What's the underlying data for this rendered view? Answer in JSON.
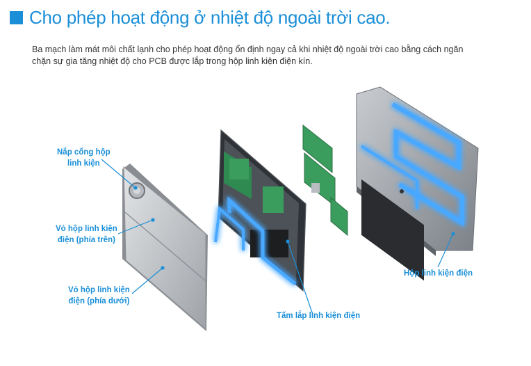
{
  "heading": "Cho phép hoạt động ở nhiệt độ ngoài trời cao.",
  "description": "Ba mạch làm mát môi chất lạnh cho phép hoạt động ổn định ngay cả khi nhiệt độ ngoài trời cao bằng cách ngăn chặn sự gia tăng nhiệt độ cho PCB được lắp trong hộp linh kiện điện kín.",
  "labels": {
    "cap": [
      "Nắp cổng hộp",
      "linh kiện"
    ],
    "upper": [
      "Vỏ hộp linh kiện",
      "điện (phía trên)"
    ],
    "lower": [
      "Vỏ hộp linh kiện",
      "điện (phía dưới)"
    ],
    "plate": "Tấm lắp linh kiện điện",
    "box": "Hộp linh kiện điện"
  },
  "colors": {
    "accent": "#1a8fd8",
    "glow": "#4aa8ff"
  }
}
